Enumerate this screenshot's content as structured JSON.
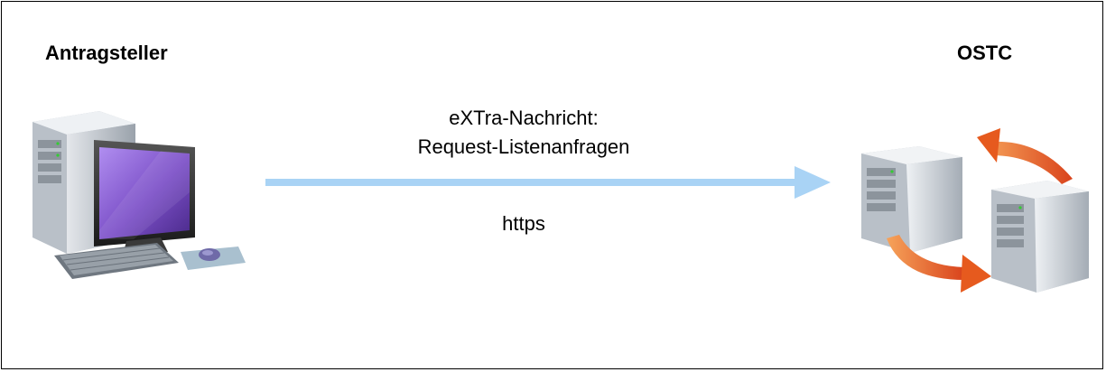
{
  "diagram": {
    "left_node": {
      "label": "Antragsteller",
      "icon": "workstation-computer-icon"
    },
    "right_node": {
      "label": "OSTC",
      "icon": "server-cluster-sync-icon"
    },
    "connection": {
      "message_line1": "eXTra-Nachricht:",
      "message_line2": "Request-Listenanfragen",
      "protocol": "https",
      "arrow_color": "#a9d3f5",
      "direction": "left-to-right"
    },
    "colors": {
      "screen": "#7b4fc7",
      "cycle_arrows": "#e65a1e",
      "tower": "#c9cfd6"
    }
  }
}
